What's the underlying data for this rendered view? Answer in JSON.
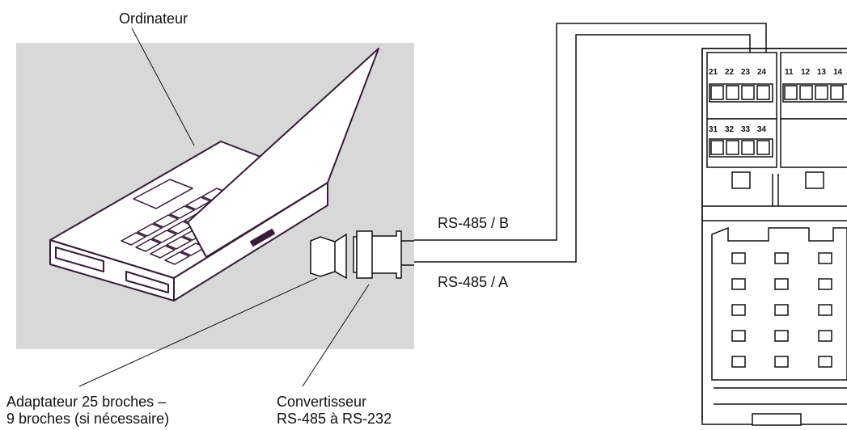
{
  "labels": {
    "computer": "Ordinateur",
    "rs485_b": "RS-485 / B",
    "rs485_a": "RS-485 / A",
    "adapter_line1": "Adaptateur 25 broches –",
    "adapter_line2": "9 broches (si nécessaire)",
    "converter_line1": "Convertisseur",
    "converter_line2": "RS-485 à RS-232"
  },
  "terminals": {
    "row_top_left": [
      "21",
      "22",
      "23",
      "24"
    ],
    "row_top_right": [
      "11",
      "12",
      "13",
      "14"
    ],
    "row_bottom": [
      "31",
      "32",
      "33",
      "34"
    ]
  },
  "colors": {
    "background_panel": "#d8d8d8",
    "laptop_outline": "#3a1a3a",
    "line": "#111111"
  }
}
